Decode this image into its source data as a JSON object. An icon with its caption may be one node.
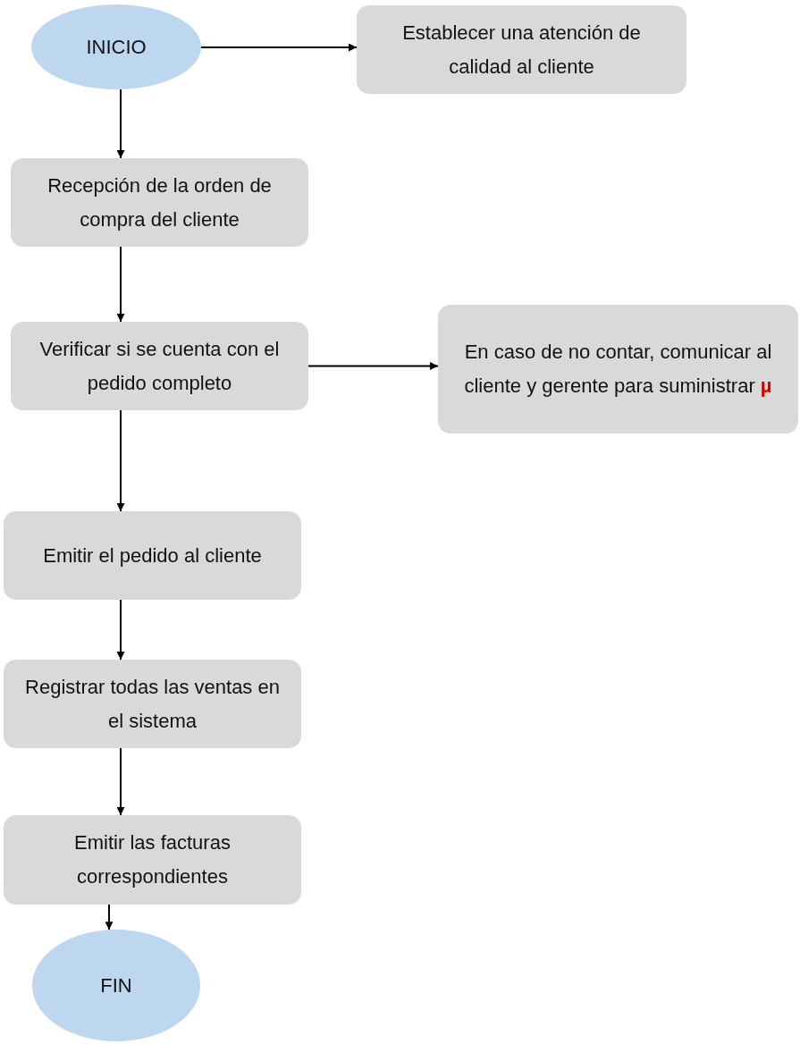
{
  "diagram": {
    "nodes": [
      {
        "text": [
          "INICIO"
        ]
      },
      {
        "text": [
          "Establecer una atención de calidad al cliente"
        ]
      },
      {
        "text": [
          "Recepción de la orden de compra del cliente"
        ]
      },
      {
        "text": [
          "Verificar si se cuenta con el pedido completo"
        ]
      },
      {
        "text": [
          "En caso de no contar, comunicar al cliente y gerente para suministrar **µ**"
        ]
      },
      {
        "text": [
          "Emitir el pedido al cliente"
        ]
      },
      {
        "text": [
          "Registrar todas las ventas en el sistema"
        ]
      },
      {
        "text": [
          "Emitir las facturas correspondientes"
        ]
      },
      {
        "text": [
          "FIN"
        ]
      }
    ],
    "edges": [
      {
        "from": 0,
        "to": 1,
        "arrow": "to"
      },
      {
        "from": 0,
        "to": 2,
        "arrow": "to"
      },
      {
        "from": 2,
        "to": 3,
        "arrow": "to"
      },
      {
        "from": 3,
        "to": 4,
        "arrow": "to"
      },
      {
        "from": 3,
        "to": 5,
        "arrow": "to"
      },
      {
        "from": 5,
        "to": 6,
        "arrow": "to"
      },
      {
        "from": 6,
        "to": 7,
        "arrow": "to"
      },
      {
        "from": 7,
        "to": 8,
        "arrow": "to"
      }
    ]
  }
}
